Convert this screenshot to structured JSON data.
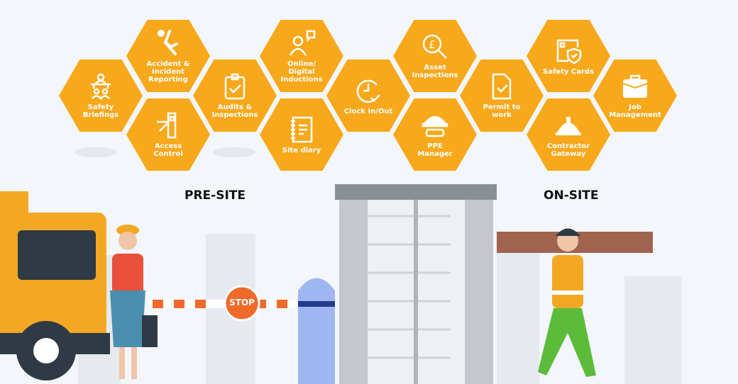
{
  "modules": [
    {
      "label": "Safety\nBriefings",
      "icon": "briefing-icon"
    },
    {
      "label": "Accident &\nIncident\nReporting",
      "icon": "falling-person-icon"
    },
    {
      "label": "Access\nControl",
      "icon": "turnstile-icon"
    },
    {
      "label": "Audits &\nInspections",
      "icon": "clipboard-check-icon"
    },
    {
      "label": "Online/\nDigital\nInductions",
      "icon": "user-chat-icon"
    },
    {
      "label": "Site diary",
      "icon": "notebook-icon"
    },
    {
      "label": "Clock In/Out",
      "icon": "clock-refresh-icon"
    },
    {
      "label": "Asset\nInspections",
      "icon": "pound-search-icon"
    },
    {
      "label": "PPE\nManager",
      "icon": "hardhat-goggles-icon"
    },
    {
      "label": "Permit to\nwork",
      "icon": "document-check-icon"
    },
    {
      "label": "Safety Cards",
      "icon": "card-shield-icon"
    },
    {
      "label": "Contractor\nGateway",
      "icon": "hardhat-icon"
    },
    {
      "label": "Job\nManagement",
      "icon": "briefcase-icon"
    }
  ],
  "sections": {
    "pre_site": "PRE-SITE",
    "on_site": "ON-SITE"
  },
  "sign": {
    "stop": "STOP"
  },
  "colors": {
    "accent": "#f7a81b",
    "background": "#f3f6fa"
  }
}
